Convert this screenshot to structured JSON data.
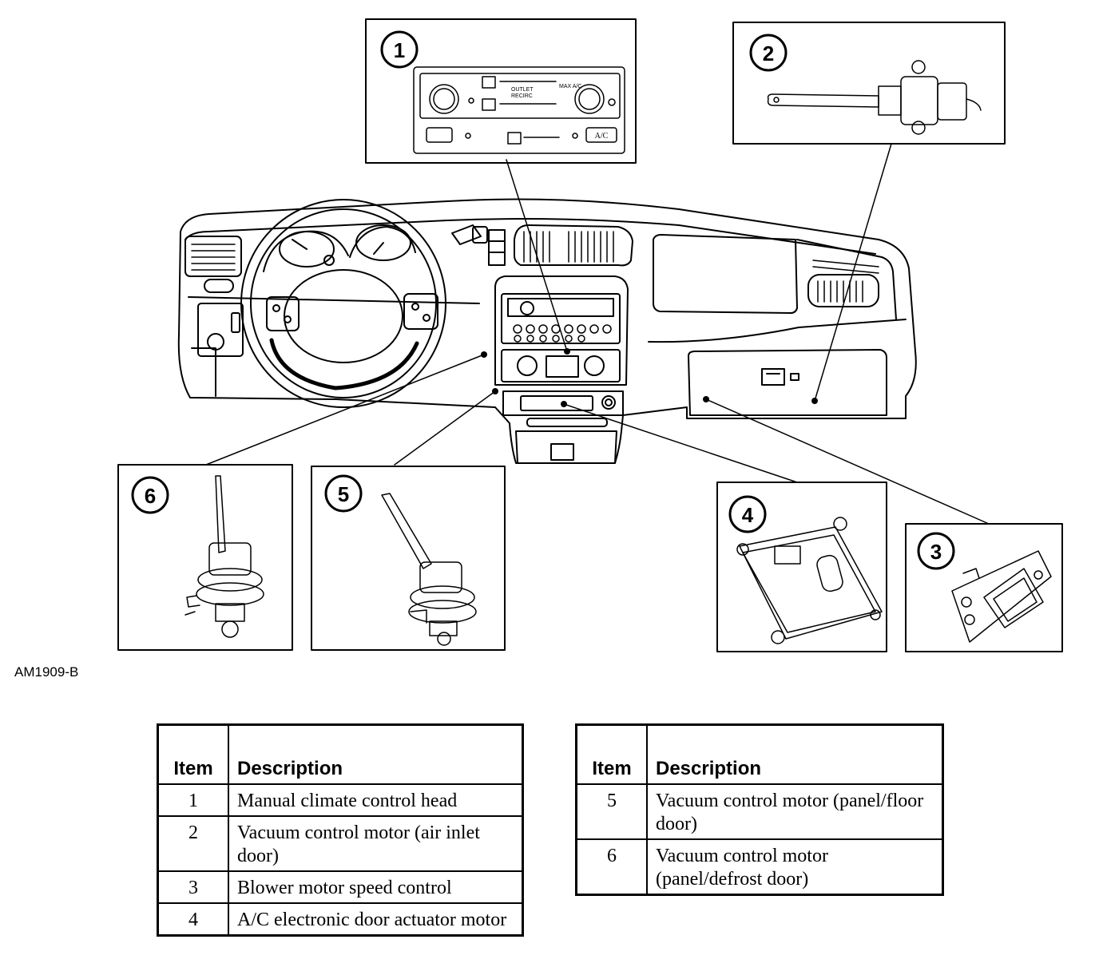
{
  "figure_code": "AM1909-B",
  "callouts": [
    "1",
    "2",
    "3",
    "4",
    "5",
    "6"
  ],
  "control_head": {
    "outlet_label": "OUTLET",
    "recirc_label": "RECIRC",
    "max_ac_label": "MAX A/C",
    "ac_button_label": "A/C"
  },
  "legend_left": {
    "headers": [
      "Item",
      "Description"
    ],
    "rows": [
      {
        "item": "1",
        "description": "Manual climate control head"
      },
      {
        "item": "2",
        "description": "Vacuum control motor (air inlet door)"
      },
      {
        "item": "3",
        "description": "Blower motor speed control"
      },
      {
        "item": "4",
        "description": "A/C electronic door actuator motor"
      }
    ]
  },
  "legend_right": {
    "headers": [
      "Item",
      "Description"
    ],
    "rows": [
      {
        "item": "5",
        "description": "Vacuum control motor (panel/floor door)"
      },
      {
        "item": "6",
        "description": "Vacuum control motor (panel/defrost door)"
      }
    ]
  }
}
